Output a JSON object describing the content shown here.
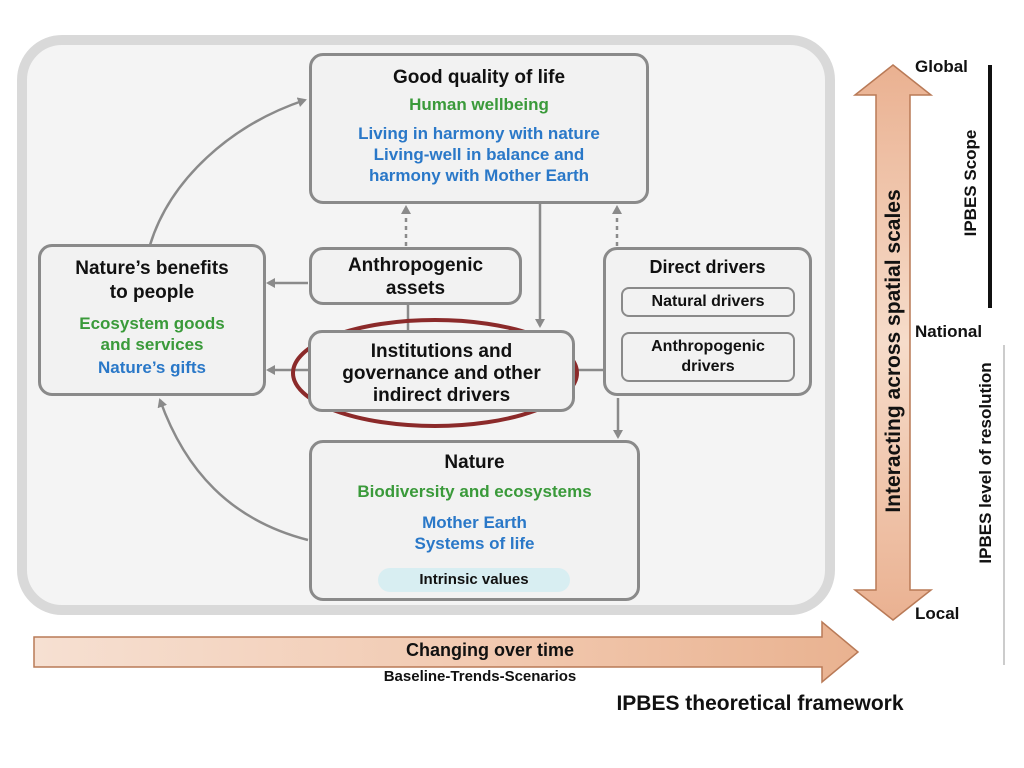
{
  "caption": "IPBES theoretical framework",
  "boxes": {
    "good_quality_of_life": {
      "title": "Good quality of life",
      "green": "Human wellbeing",
      "blue": [
        "Living in harmony with nature",
        "Living-well in balance and",
        "harmony with Mother Earth"
      ]
    },
    "natures_benefits": {
      "title": [
        "Nature’s benefits",
        "to people"
      ],
      "green": [
        "Ecosystem goods",
        "and services"
      ],
      "blue": "Nature’s gifts"
    },
    "anthropogenic_assets": {
      "title": [
        "Anthropogenic",
        "assets"
      ]
    },
    "institutions": {
      "title": [
        "Institutions and",
        "governance and other",
        "indirect drivers"
      ]
    },
    "direct_drivers": {
      "title": "Direct drivers",
      "natural": "Natural drivers",
      "anthropogenic": [
        "Anthropogenic",
        "drivers"
      ]
    },
    "nature": {
      "title": "Nature",
      "green": "Biodiversity and ecosystems",
      "blue": [
        "Mother Earth",
        "Systems of life"
      ],
      "intrinsic": "Intrinsic values"
    }
  },
  "time_axis": {
    "label": "Changing over time",
    "sublabel": "Baseline-Trends-Scenarios"
  },
  "scale_axis": {
    "label": "Interacting across spatial scales",
    "global": "Global",
    "national": "National",
    "local": "Local",
    "scope": "IPBES Scope",
    "resolution": "IPBES level of resolution"
  },
  "colors": {
    "green_text": "#3a9a3a",
    "blue_text": "#2a78c8",
    "highlight_ellipse": "#8b2a2a",
    "arrow_fill": "#f3cbb3",
    "arrow_stroke": "#b97a57",
    "box_border": "#8a8a8a",
    "box_fill": "#f2f2f2"
  }
}
